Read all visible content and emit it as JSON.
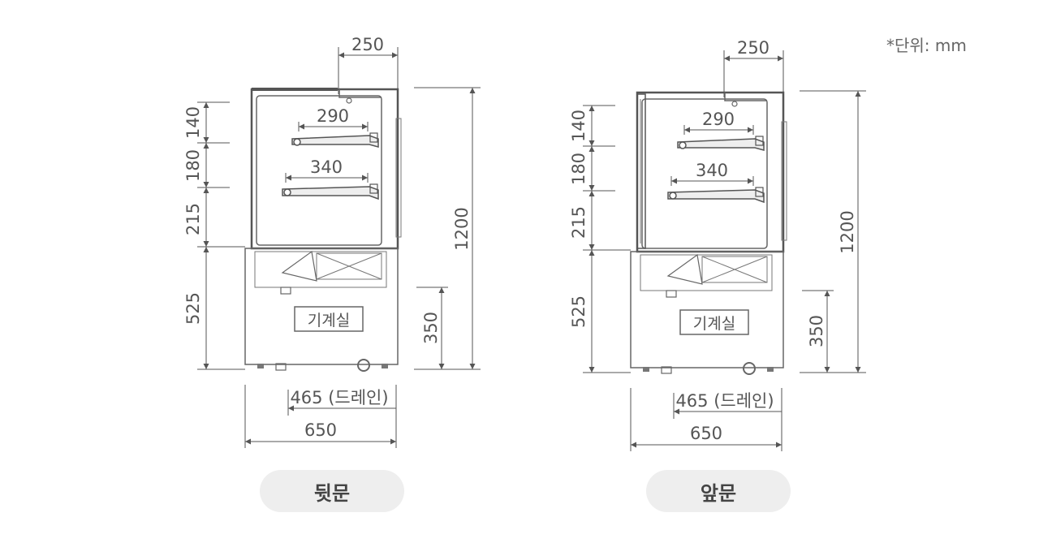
{
  "unit_note": "*단위: mm",
  "views": [
    {
      "caption": "뒷문",
      "dims": {
        "top_width": "250",
        "shelf_upper": "290",
        "shelf_lower": "340",
        "h1": "140",
        "h2": "180",
        "h3": "215",
        "base": "525",
        "total_height": "1200",
        "machine_height": "350",
        "drain": "465 (드레인)",
        "total_width": "650"
      },
      "machine_label": "기계실"
    },
    {
      "caption": "앞문",
      "dims": {
        "top_width": "250",
        "shelf_upper": "290",
        "shelf_lower": "340",
        "h1": "140",
        "h2": "180",
        "h3": "215",
        "base": "525",
        "total_height": "1200",
        "machine_height": "350",
        "drain": "465 (드레인)",
        "total_width": "650"
      },
      "machine_label": "기계실"
    }
  ],
  "colors": {
    "line": "#555555",
    "pill_bg": "#eeeeee",
    "text": "#555555"
  }
}
